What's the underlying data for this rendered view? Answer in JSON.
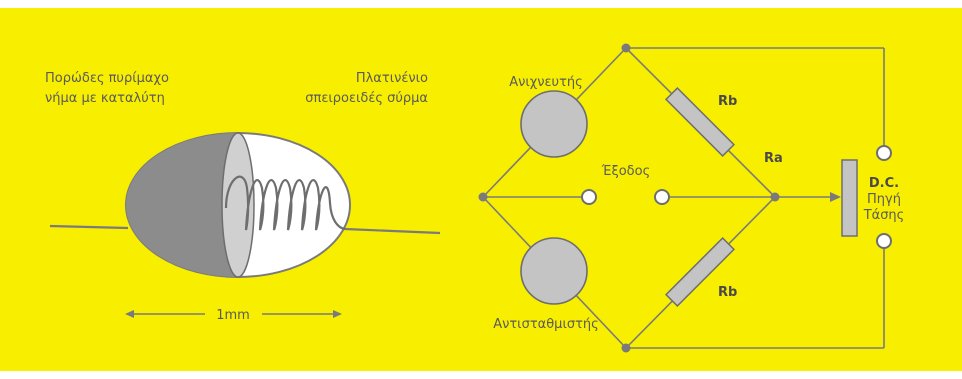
{
  "colors": {
    "background": "#F7EE00",
    "wire": "#7a7a7a",
    "component_fill": "#c4c4c4",
    "component_stroke": "#6e6e6e",
    "text": "#5a5a5a"
  },
  "sensor": {
    "label_left_line1": "Πορώδες πυρίμαχο",
    "label_left_line2": "νήμα με καταλύτη",
    "label_right_line1": "Πλατινένιο",
    "label_right_line2": "σπειροειδές σύρμα",
    "dimension": "1mm"
  },
  "circuit": {
    "detector": "Ανιχνευτής",
    "compensator": "Αντισταθμιστής",
    "output": "Έξοδος",
    "rb_top": "Rb",
    "rb_bottom": "Rb",
    "ra": "Ra",
    "source_line1": "D.C.",
    "source_line2": "Πηγή",
    "source_line3": "Τάσης"
  }
}
